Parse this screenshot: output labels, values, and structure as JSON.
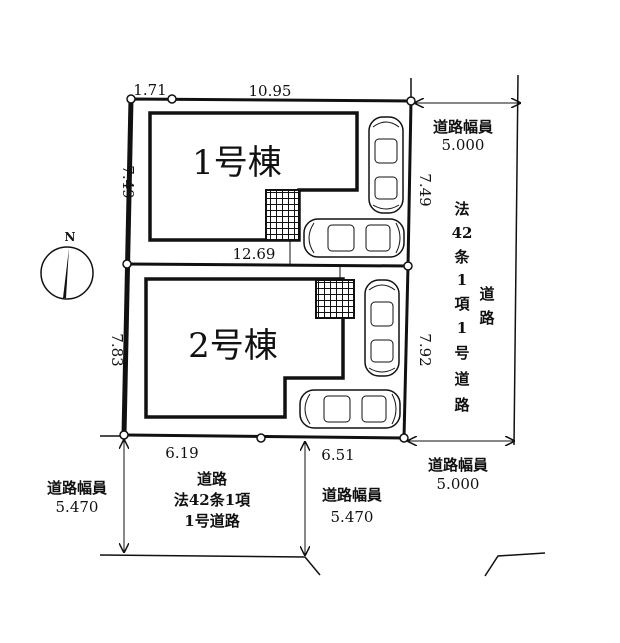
{
  "buildings": {
    "b1": "1号棟",
    "b2": "2号棟"
  },
  "dimensions": {
    "top_short": "1.71",
    "top_long": "10.95",
    "left_upper": "7.49",
    "right_upper": "7.49",
    "middle": "12.69",
    "left_lower": "7.83",
    "right_lower": "7.92",
    "bottom_left": "6.19",
    "bottom_right": "6.51"
  },
  "roads": {
    "east_width_top_label": "道路幅員",
    "east_width_top_value": "5.000",
    "east_width_bottom_label": "道路幅員",
    "east_width_bottom_value": "5.000",
    "east_type_col1": [
      "法",
      "42",
      "条",
      "1",
      "項",
      "1",
      "号",
      "道",
      "路"
    ],
    "east_type_col2": [
      "道",
      "路"
    ],
    "south_name": "道路",
    "south_type_line1": "法42条1項",
    "south_type_line2": "1号道路",
    "south_width_left_label": "道路幅員",
    "south_width_left_value": "5.470",
    "south_width_mid_label": "道路幅員",
    "south_width_mid_value": "5.470"
  },
  "compass": {
    "north": "N"
  }
}
